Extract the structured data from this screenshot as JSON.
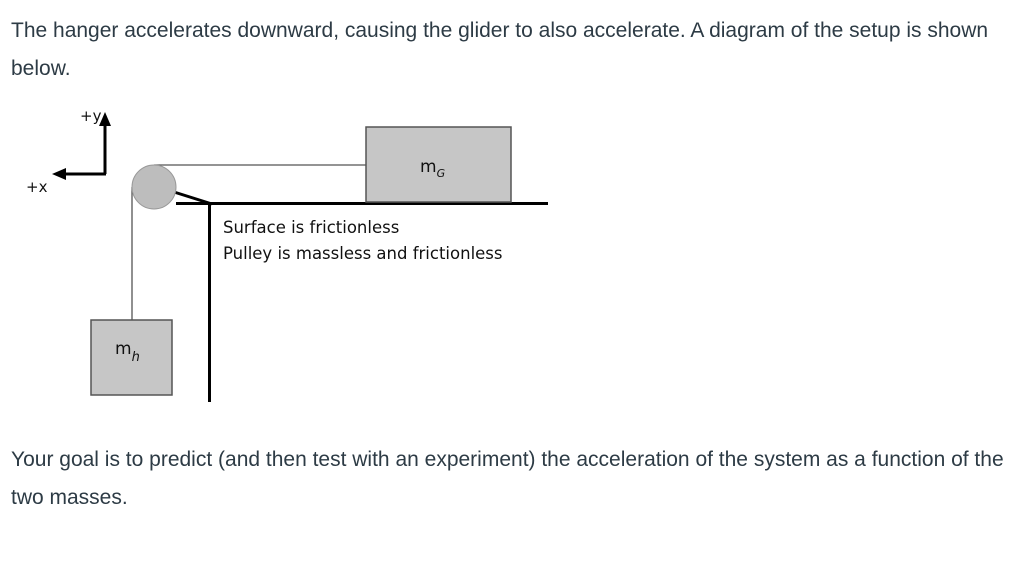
{
  "intro_text": "The hanger accelerates downward, causing the glider to also accelerate. A diagram of the setup is shown below.",
  "goal_text": "Your goal is to predict (and then test with an experiment) the acceleration of the system as a function of the two masses.",
  "diagram": {
    "axis_y_label": "+y",
    "axis_x_label": "+x",
    "glider_mass_main": "m",
    "glider_mass_sub": "G",
    "hanger_mass_main": "m",
    "hanger_mass_sub": "h",
    "note_surface": "Surface is frictionless",
    "note_pulley": "Pulley is massless and frictionless",
    "colors": {
      "block_fill": "#c6c6c6",
      "pulley_fill": "#bdbdbd",
      "line": "#000000"
    }
  }
}
